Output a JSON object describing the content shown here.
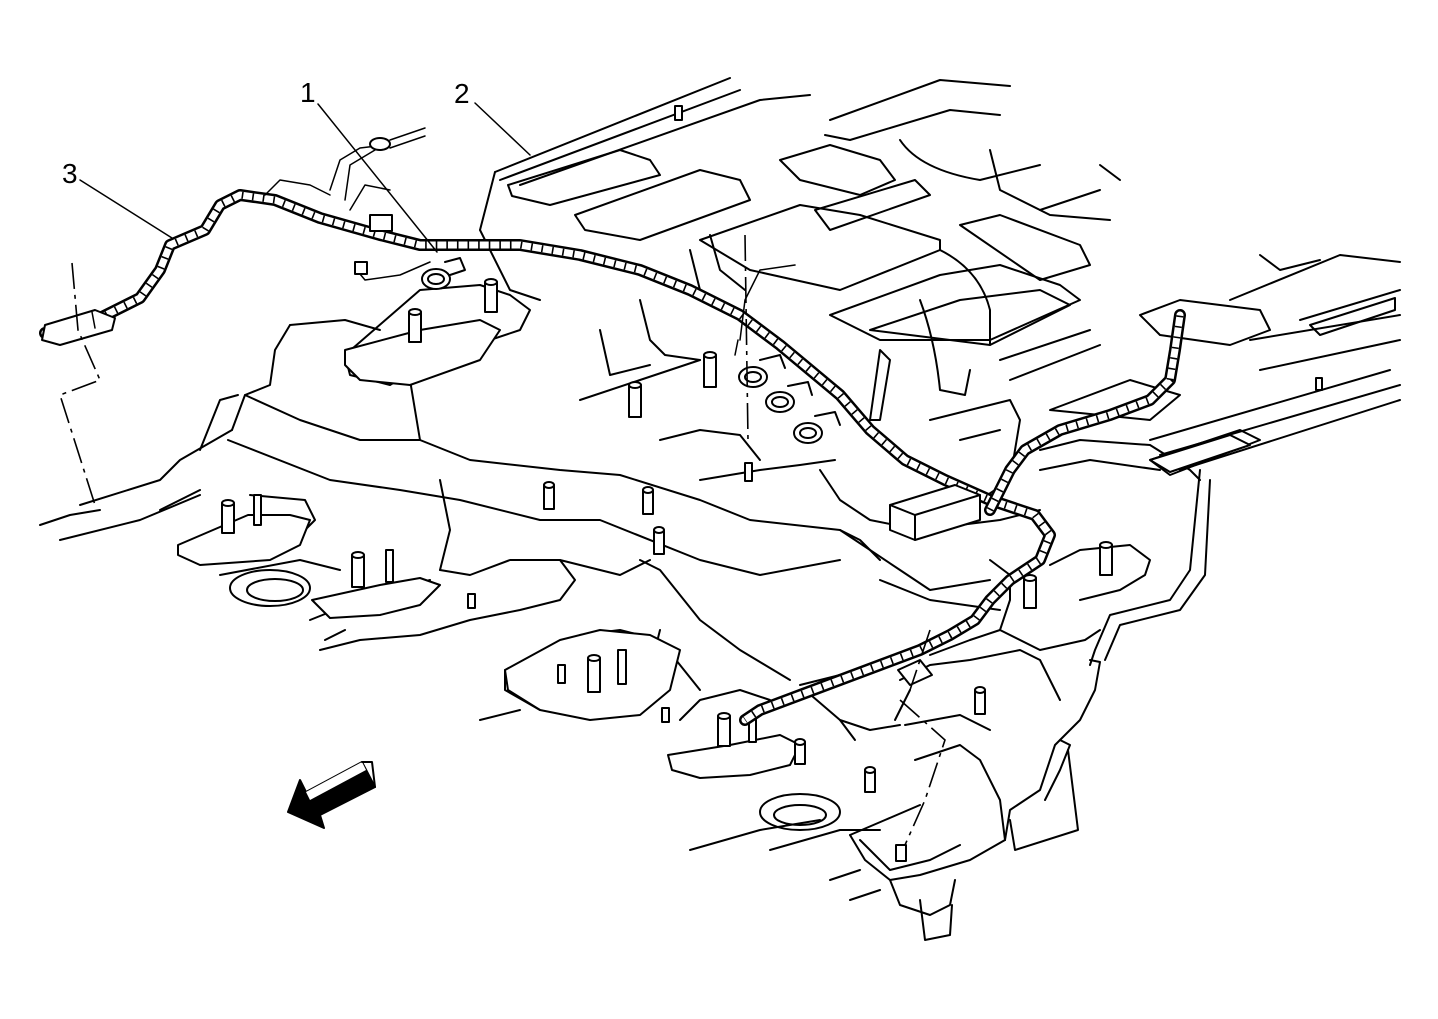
{
  "diagram": {
    "callouts": [
      {
        "id": "1",
        "label": "1"
      },
      {
        "id": "2",
        "label": "2"
      },
      {
        "id": "3",
        "label": "3"
      }
    ],
    "icons": {
      "direction_arrow": "front-direction-arrow-icon"
    },
    "colors": {
      "line": "#000000",
      "background": "#ffffff"
    }
  }
}
